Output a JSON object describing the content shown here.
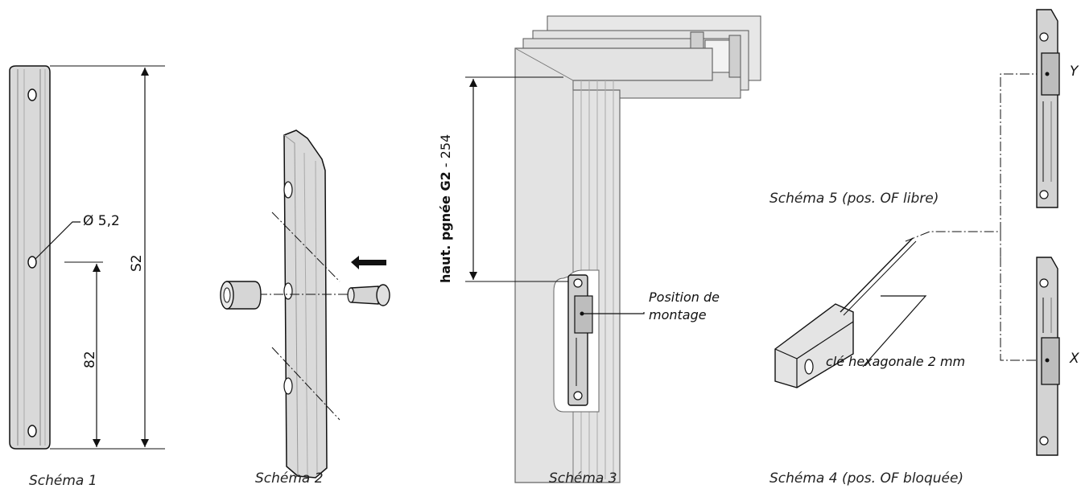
{
  "captions": {
    "schema1": "Schéma 1",
    "schema2": "Schéma 2",
    "schema3": "Schéma 3",
    "schema4": "Schéma 4 (pos. OF bloquée)",
    "schema5": "Schéma 5 (pos. OF libre)"
  },
  "dimensions": {
    "hole_diameter": "Ø 5,2",
    "s2": "S2",
    "distance_82": "82",
    "handle_height_bold": "haut. pgnée G2",
    "handle_height_rest": " - 254"
  },
  "labels": {
    "mounting_position_line1": "Position de",
    "mounting_position_line2": "montage",
    "hex_key": "clé hexagonale 2 mm",
    "marker_y": "Y",
    "marker_x": "X"
  },
  "colors": {
    "line": "#111111",
    "part_fill": "#d9d9d9",
    "part_dark": "#9a9a9a",
    "frame_fill": "#e3e3e3"
  }
}
